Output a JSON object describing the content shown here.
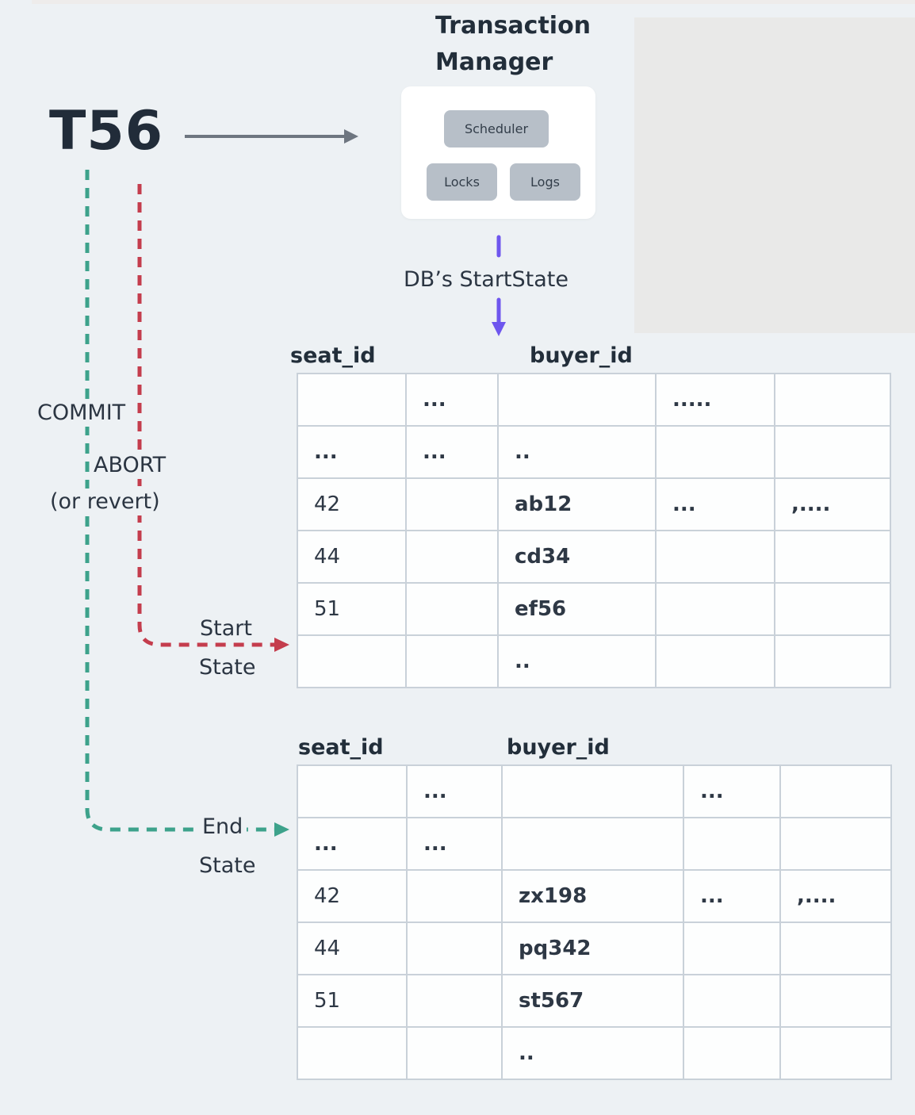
{
  "colors": {
    "background": "#edf1f4",
    "panel_gray": "#e9e9e8",
    "text_navy": "#222e3a",
    "chip_gray": "#b7bfc8",
    "table_border": "#c9d1d9",
    "commit_green": "#3da28b",
    "abort_red": "#c43d4d",
    "state_purple": "#6e56ee",
    "arrow_gray": "#6e7680"
  },
  "transaction": {
    "label": "T56"
  },
  "manager": {
    "title_line1": "Transaction",
    "title_line2": "Manager",
    "scheduler": "Scheduler",
    "locks": "Locks",
    "logs": "Logs"
  },
  "flow": {
    "db_start_state": "DB’s StartState",
    "commit": "COMMIT",
    "abort": "ABORT",
    "abort_note": "(or revert)",
    "start_line1": "Start",
    "start_line2": "State",
    "end_line1": "End",
    "end_line2": "State"
  },
  "tables": {
    "start": {
      "header_seat": "seat_id",
      "header_buyer": "buyer_id",
      "rows": [
        [
          {
            "text": ""
          },
          {
            "text": "...",
            "bold": true
          },
          {
            "text": ""
          },
          {
            "text": ".....",
            "bold": true
          },
          {
            "text": ""
          }
        ],
        [
          {
            "text": "...",
            "bold": true
          },
          {
            "text": "...",
            "bold": true
          },
          {
            "text": "..",
            "bold": true
          },
          {
            "text": ""
          },
          {
            "text": ""
          }
        ],
        [
          {
            "text": "42"
          },
          {
            "text": ""
          },
          {
            "text": "ab12",
            "bold": true
          },
          {
            "text": "...",
            "bold": true
          },
          {
            "text": ",....",
            "bold": true
          }
        ],
        [
          {
            "text": "44"
          },
          {
            "text": ""
          },
          {
            "text": "cd34",
            "bold": true
          },
          {
            "text": ""
          },
          {
            "text": ""
          }
        ],
        [
          {
            "text": "51"
          },
          {
            "text": ""
          },
          {
            "text": "ef56",
            "bold": true
          },
          {
            "text": ""
          },
          {
            "text": ""
          }
        ],
        [
          {
            "text": ""
          },
          {
            "text": ""
          },
          {
            "text": "..",
            "bold": true
          },
          {
            "text": ""
          },
          {
            "text": ""
          }
        ]
      ]
    },
    "end": {
      "header_seat": "seat_id",
      "header_buyer": "buyer_id",
      "rows": [
        [
          {
            "text": ""
          },
          {
            "text": "...",
            "bold": true
          },
          {
            "text": ""
          },
          {
            "text": "...",
            "bold": true
          },
          {
            "text": ""
          }
        ],
        [
          {
            "text": "...",
            "bold": true
          },
          {
            "text": "...",
            "bold": true
          },
          {
            "text": ""
          },
          {
            "text": ""
          },
          {
            "text": ""
          }
        ],
        [
          {
            "text": "42"
          },
          {
            "text": ""
          },
          {
            "text": "zx198",
            "bold": true
          },
          {
            "text": "...",
            "bold": true
          },
          {
            "text": ",....",
            "bold": true
          }
        ],
        [
          {
            "text": "44"
          },
          {
            "text": ""
          },
          {
            "text": "pq342",
            "bold": true
          },
          {
            "text": ""
          },
          {
            "text": ""
          }
        ],
        [
          {
            "text": "51"
          },
          {
            "text": ""
          },
          {
            "text": "st567",
            "bold": true
          },
          {
            "text": ""
          },
          {
            "text": ""
          }
        ],
        [
          {
            "text": ""
          },
          {
            "text": ""
          },
          {
            "text": "..",
            "bold": true
          },
          {
            "text": ""
          },
          {
            "text": ""
          }
        ]
      ]
    }
  }
}
